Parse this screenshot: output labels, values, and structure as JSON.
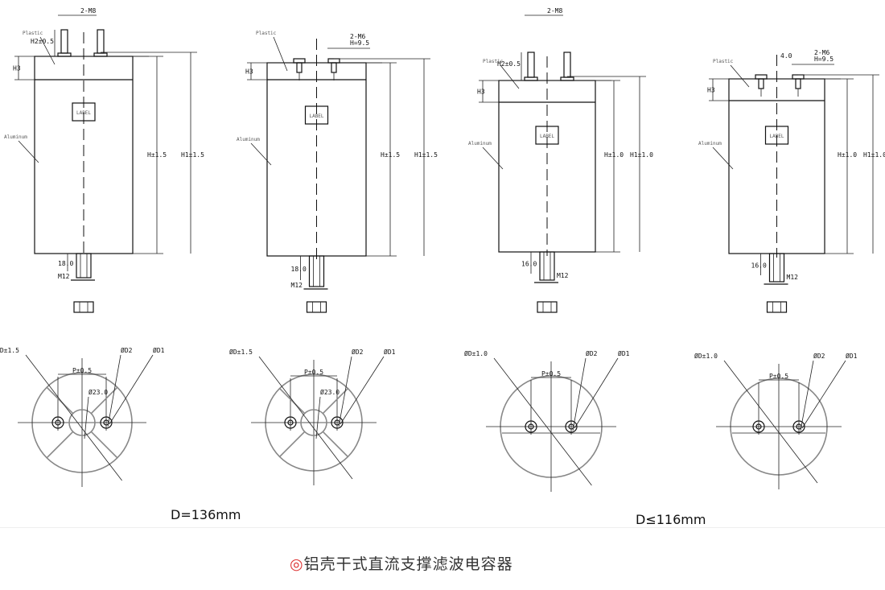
{
  "labels": {
    "plastic": "Plastic",
    "aluminum": "Aluminum",
    "label_box": "LABEL",
    "h3": "H3",
    "h2": "H2±0.5",
    "h_15": "H±1.5",
    "h1_15": "H1±1.5",
    "h_10": "H±1.0",
    "h1_10": "H1±1.0",
    "m8": "2-M8",
    "m6": "2-M6",
    "h95": "H=9.5",
    "gap": "4.0",
    "stud_18": "18.0",
    "stud_16": "16.0",
    "m12": "M12",
    "d15": "ØD±1.5",
    "d10": "ØD±1.0",
    "p": "P±0.5",
    "d2": "ØD2",
    "d1": "ØD1",
    "d23": "Ø23.0"
  },
  "groups": {
    "large": "D=136mm",
    "small": "D≤116mm"
  },
  "caption": {
    "mark": "◎",
    "text": "铝壳干式直流支撑滤波电容器"
  }
}
